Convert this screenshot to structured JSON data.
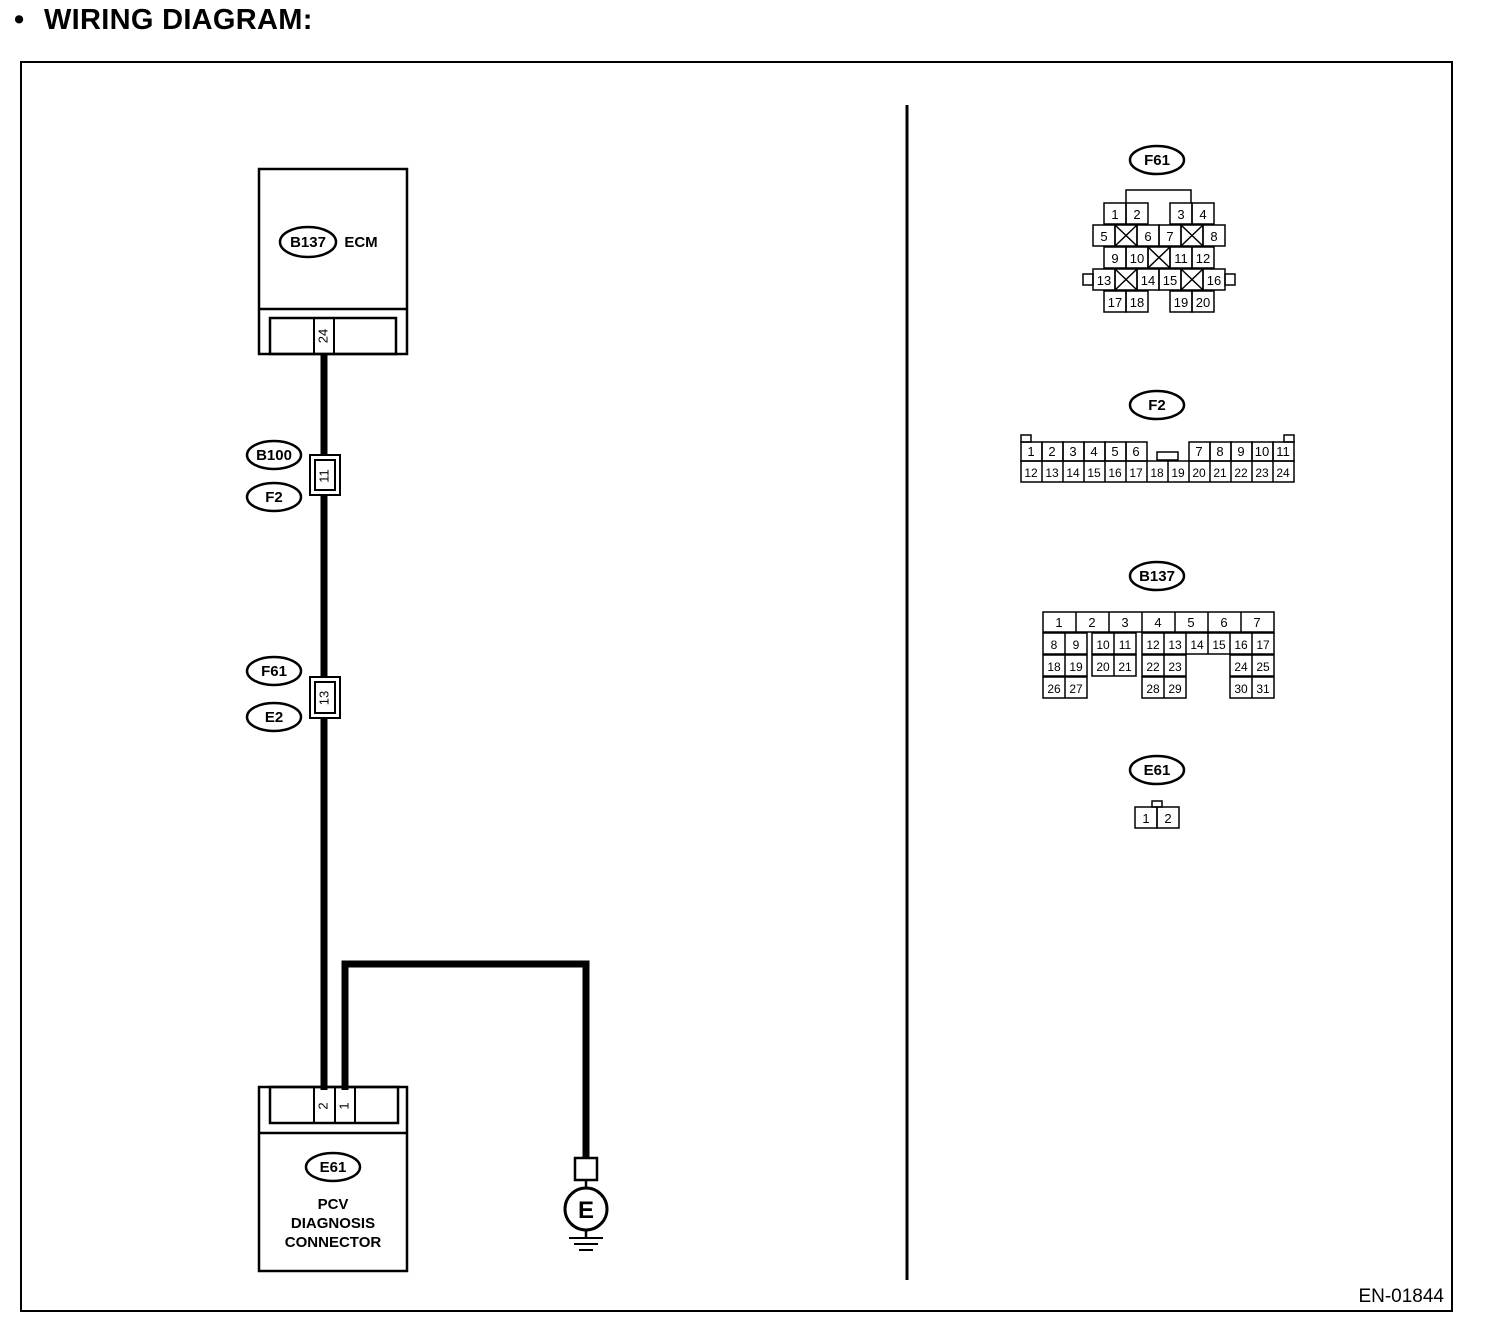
{
  "heading": {
    "bullet": "•",
    "text": "WIRING DIAGRAM:"
  },
  "ecm": {
    "connector": "B137",
    "label": "ECM",
    "pin": "24"
  },
  "junction1": {
    "upper": "B100",
    "lower": "F2",
    "pin": "11"
  },
  "junction2": {
    "upper": "F61",
    "lower": "E2",
    "pin": "13"
  },
  "pcv": {
    "connector": "E61",
    "pin_left": "2",
    "pin_right": "1",
    "label_line1": "PCV",
    "label_line2": "DIAGNOSIS",
    "label_line3": "CONNECTOR"
  },
  "ground": {
    "symbol": "E"
  },
  "connectors": {
    "f61": {
      "name": "F61",
      "pins": [
        "1",
        "2",
        "3",
        "4",
        "5",
        "6",
        "7",
        "8",
        "9",
        "10",
        "11",
        "12",
        "13",
        "14",
        "15",
        "16",
        "17",
        "18",
        "19",
        "20"
      ]
    },
    "f2": {
      "name": "F2",
      "pins": [
        "1",
        "2",
        "3",
        "4",
        "5",
        "6",
        "7",
        "8",
        "9",
        "10",
        "11",
        "12",
        "13",
        "14",
        "15",
        "16",
        "17",
        "18",
        "19",
        "20",
        "21",
        "22",
        "23",
        "24"
      ]
    },
    "b137": {
      "name": "B137",
      "pins": [
        "1",
        "2",
        "3",
        "4",
        "5",
        "6",
        "7",
        "8",
        "9",
        "10",
        "11",
        "12",
        "13",
        "14",
        "15",
        "16",
        "17",
        "18",
        "19",
        "20",
        "21",
        "22",
        "23",
        "24",
        "25",
        "26",
        "27",
        "28",
        "29",
        "30",
        "31"
      ]
    },
    "e61": {
      "name": "E61",
      "pins": [
        "1",
        "2"
      ]
    }
  },
  "figure_code": "EN-01844"
}
